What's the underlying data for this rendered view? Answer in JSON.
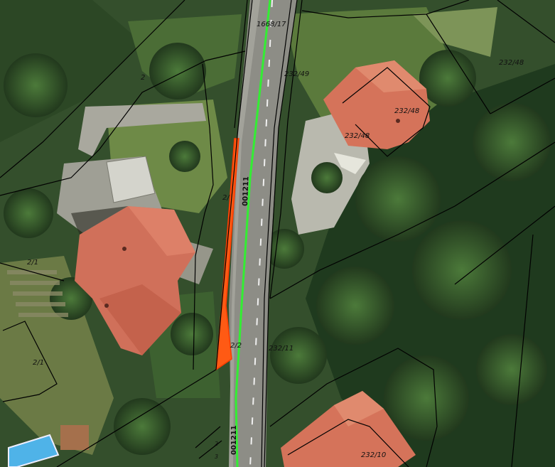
{
  "map": {
    "colors": {
      "road_centerline": "#33ee33",
      "highlight_parcel": "#ff5a14",
      "parcel_border": "#000000"
    },
    "labels": {
      "parcel_1668_17": "1668/17",
      "parcel_232_49": "232/49",
      "parcel_232_48_top": "232/48",
      "parcel_232_48_house": "232/48",
      "parcel_232_48_drive": "232/48",
      "parcel_2_top": "2",
      "parcel_2_mid": "2/",
      "parcel_2_2": "2/2",
      "parcel_2_1_left": "2/1",
      "parcel_2_1_box": "2/1",
      "parcel_232_11": "232/11",
      "parcel_232_10": "232/10",
      "road_code_upper": "001211",
      "road_code_lower": "001211",
      "small_2": "2",
      "small_3": "3"
    }
  }
}
